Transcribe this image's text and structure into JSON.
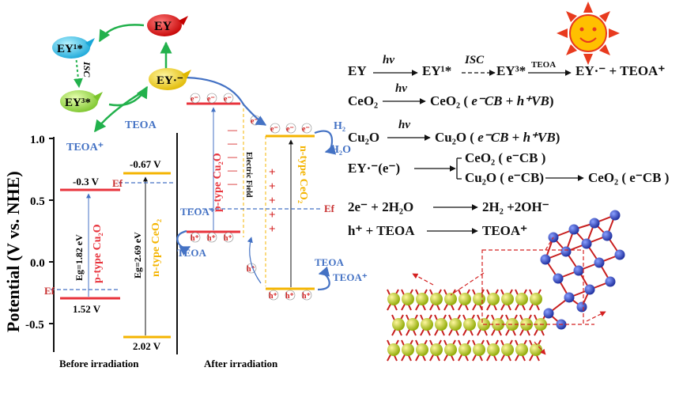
{
  "diagram": {
    "axis": {
      "label": "Potential (V vs. NHE)",
      "ticks": [
        "1.0",
        "0.5",
        "0.0",
        "-0.5"
      ]
    },
    "before": {
      "caption": "Before irradiation",
      "cu2o": {
        "name": "p-type Cu₂O",
        "cb": "-0.3 V",
        "vb": "1.52 V",
        "eg": "Eg=1.82 eV",
        "fermi": "Ef"
      },
      "ceo2": {
        "name": "n-type CeO₂",
        "cb": "-0.67 V",
        "vb": "2.02 V",
        "eg": "Eg=2.69 eV",
        "fermi": "Ef"
      }
    },
    "after": {
      "caption": "After irradiation",
      "cu2o_name": "p-type Cu₂O",
      "ceo2_name": "n-type CeO₂",
      "field": "Electric Field",
      "fermi": "Ef",
      "electron": "e⁻",
      "hole": "h⁺",
      "minus": "—",
      "plus": "+"
    },
    "dye": {
      "ey": "EY",
      "ey1": "EY¹*",
      "ey3": "EY³*",
      "ey_rad": "EY·⁻",
      "isc": "ISC",
      "teoa": "TEOA",
      "teoa_ox": "TEOA⁺"
    },
    "species": {
      "h2": "H₂",
      "h2o": "H₂O",
      "teoa": "TEOA",
      "teoa_ox": "TEOA⁺"
    },
    "colors": {
      "cu2o": "#e8333c",
      "ceo2": "#f4b400",
      "arrow_blue": "#4472c4",
      "arrow_green": "#22b14c",
      "fermi": "#4472c4"
    }
  },
  "equations": {
    "e1": {
      "a": "EY",
      "hv": "hv",
      "b": "EY¹*",
      "isc": "ISC",
      "c": "EY³*",
      "teoa": "TEOA",
      "d": "EY·⁻ + TEOA⁺"
    },
    "e2": {
      "a": "CeO₂",
      "hv": "hv",
      "b": "CeO₂ ( ",
      "e": "e⁻CB",
      "plus": "+ ",
      "h": "h⁺VB",
      "close": ")"
    },
    "e3": {
      "a": "Cu₂O",
      "hv": "hv",
      "b": "Cu₂O ( ",
      "e": "e⁻CB",
      "plus": "+ ",
      "h": "h⁺VB",
      "close": ")"
    },
    "e4": {
      "a": "EY·⁻(e⁻)",
      "b": "CeO₂ ( e⁻CB )",
      "c": "Cu₂O ( e⁻CB)",
      "d": "CeO₂ ( e⁻CB )"
    },
    "e5": {
      "a": "2e⁻ + 2H₂O",
      "b": "2H₂ +2OH⁻"
    },
    "e6": {
      "a": "h⁺ + TEOA",
      "b": "TEOA⁺"
    }
  }
}
